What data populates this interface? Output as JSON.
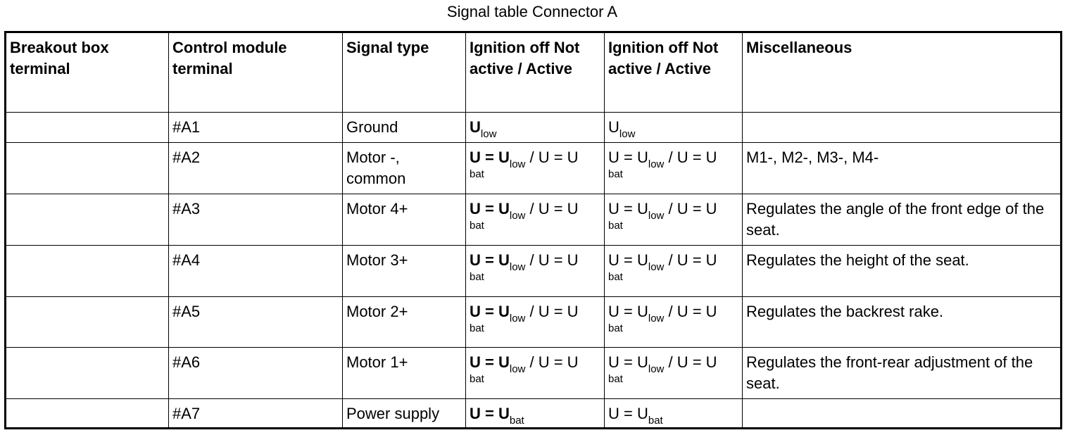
{
  "title": "Signal table Connector A",
  "table": {
    "headers": [
      "Breakout box terminal",
      "Control module terminal",
      "Signal type",
      "Ignition off Not active / Active",
      "Ignition off Not active / Active",
      "Miscellaneous"
    ],
    "rows": [
      {
        "breakout": "",
        "terminal": "#A1",
        "signal": "Ground",
        "col4": {
          "u": "U",
          "sub": "low"
        },
        "col5": {
          "u": "U",
          "sub": "low"
        },
        "misc": ""
      },
      {
        "breakout": "",
        "terminal": "#A2",
        "signal": "Motor -, common",
        "col4": {
          "left": "U = U",
          "sub": "low",
          "mid": " / U = U",
          "line2": "bat"
        },
        "col5": {
          "left": "U = U",
          "sub": "low",
          "mid": " / U = U",
          "line2": "bat"
        },
        "misc": "M1-, M2-, M3-, M4-"
      },
      {
        "breakout": "",
        "terminal": "#A3",
        "signal": "Motor 4+",
        "col4": {
          "left": "U = U",
          "sub": "low",
          "mid": " / U = U",
          "line2": "bat"
        },
        "col5": {
          "left": "U = U",
          "sub": "low",
          "mid": " / U = U",
          "line2": "bat"
        },
        "misc": "Regulates the angle of the front edge of the seat."
      },
      {
        "breakout": "",
        "terminal": "#A4",
        "signal": "Motor 3+",
        "col4": {
          "left": "U = U",
          "sub": "low",
          "mid": " / U = U",
          "line2": "bat"
        },
        "col5": {
          "left": "U = U",
          "sub": "low",
          "mid": " / U = U",
          "line2": "bat"
        },
        "misc": "Regulates the height of the seat."
      },
      {
        "breakout": "",
        "terminal": "#A5",
        "signal": "Motor 2+",
        "col4": {
          "left": "U = U",
          "sub": "low",
          "mid": " / U = U",
          "line2": "bat"
        },
        "col5": {
          "left": "U = U",
          "sub": "low",
          "mid": " / U = U",
          "line2": "bat"
        },
        "misc": "Regulates the backrest rake."
      },
      {
        "breakout": "",
        "terminal": "#A6",
        "signal": "Motor 1+",
        "col4": {
          "left": "U = U",
          "sub": "low",
          "mid": " / U = U",
          "line2": "bat"
        },
        "col5": {
          "left": "U = U",
          "sub": "low",
          "mid": " / U = U",
          "line2": "bat"
        },
        "misc": "Regulates the front-rear adjustment of the seat."
      },
      {
        "breakout": "",
        "terminal": "#A7",
        "signal": "Power supply",
        "col4": {
          "left": "U = U",
          "sub": "bat"
        },
        "col5": {
          "left": "U = U",
          "sub": "bat"
        },
        "misc": ""
      }
    ]
  }
}
